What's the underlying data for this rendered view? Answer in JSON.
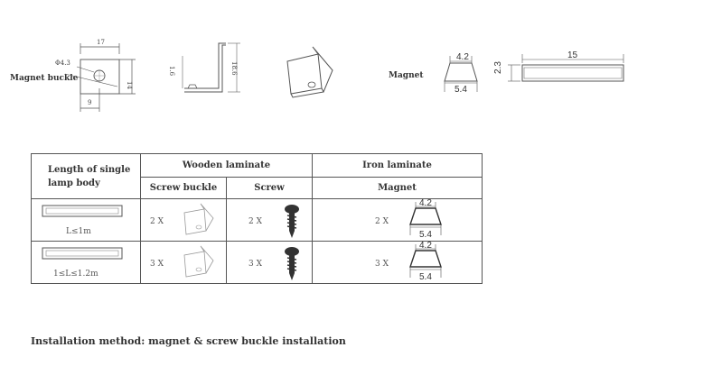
{
  "drawings": {
    "buckle_plan": {
      "label": "Magnet buckle",
      "hole_dim": "Φ4.3",
      "width_dim": "17",
      "height_dim": "14",
      "offset_dim": "9"
    },
    "buckle_side": {
      "dim_small": "1.6",
      "dim_height": "18.6"
    },
    "magnet": {
      "label": "Magnet",
      "top_width": "4.2",
      "bottom_width": "5.4",
      "height": "2.3",
      "length": "15"
    }
  },
  "table": {
    "header_length": "Length of single lamp body",
    "header_wooden": "Wooden laminate",
    "header_iron": "Iron laminate",
    "sub_screw_buckle": "Screw  buckle",
    "sub_screw": "Screw",
    "sub_magnet": "Magnet",
    "rows": [
      {
        "length_label": "L≤1m",
        "buckle_qty": "2  X",
        "screw_qty": "2  X",
        "magnet_qty": "2  X",
        "magnet_top": "4.2",
        "magnet_bottom": "5.4"
      },
      {
        "length_label": "1≤L≤1.2m",
        "buckle_qty": "3  X",
        "screw_qty": "3  X",
        "magnet_qty": "3  X",
        "magnet_top": "4.2",
        "magnet_bottom": "5.4"
      }
    ]
  },
  "footer": {
    "installation": "Installation method: magnet & screw buckle  installation"
  }
}
